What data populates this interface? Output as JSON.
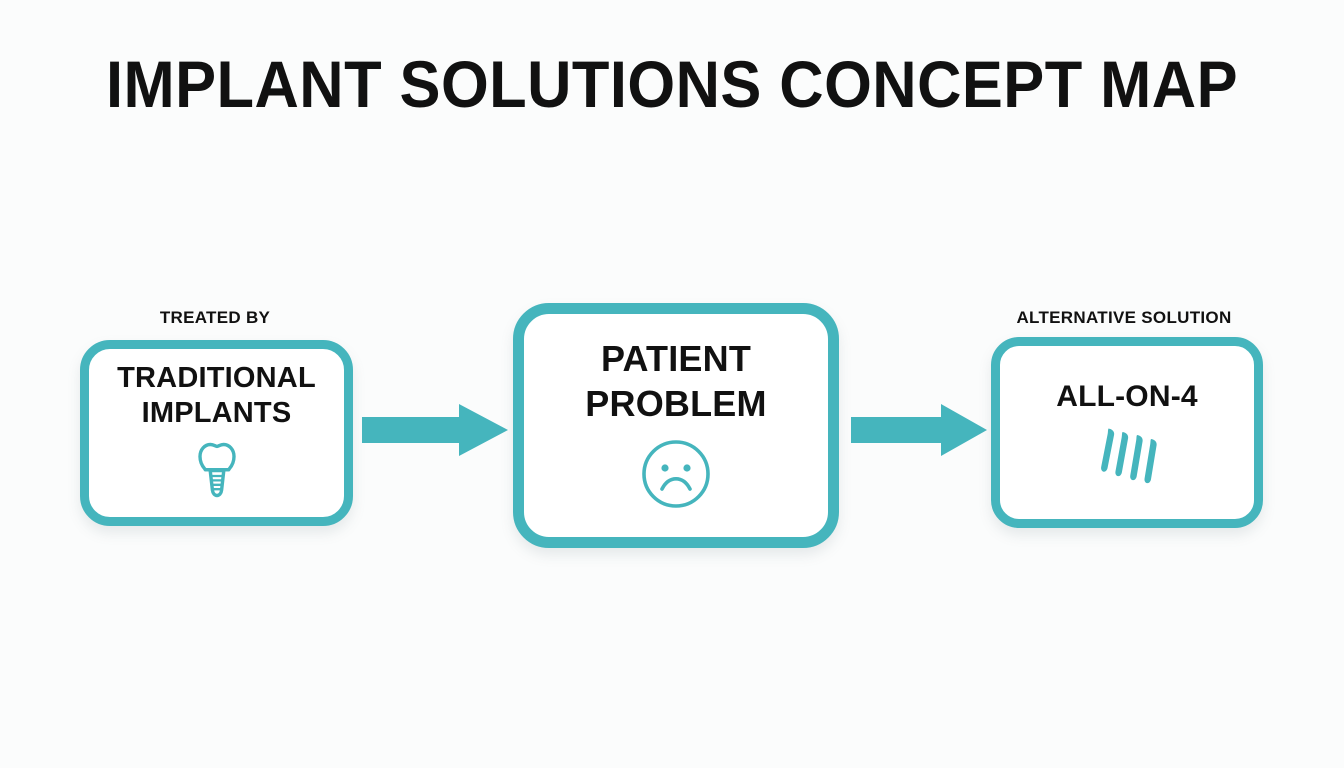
{
  "title": "IMPLANT SOLUTIONS CONCEPT MAP",
  "theme": {
    "accent": "#45b5bd",
    "background": "#fbfcfc",
    "node_fill": "#ffffff",
    "text": "#111111"
  },
  "nodes": [
    {
      "id": "traditional-implants",
      "label": "TRADITIONAL\nIMPLANTS",
      "line1": "TRADITIONAL",
      "line2": "IMPLANTS",
      "icon": "dental-implant-icon"
    },
    {
      "id": "patient-problem",
      "label": "PATIENT\nPROBLEM",
      "line1": "PATIENT",
      "line2": "PROBLEM",
      "icon": "sad-face-icon"
    },
    {
      "id": "all-on-4",
      "label": "ALL-ON-4",
      "line1": "ALL-ON-4",
      "line2": "",
      "icon": "four-implants-icon"
    }
  ],
  "edges": [
    {
      "id": "edge-traditional-to-problem",
      "label": "TREATED BY",
      "from": "traditional-implants",
      "to": "patient-problem",
      "marker": "arrow-right-icon"
    },
    {
      "id": "edge-problem-to-allon4",
      "label": "ALTERNATIVE SOLUTION",
      "from": "patient-problem",
      "to": "all-on-4",
      "marker": "arrow-right-icon"
    }
  ],
  "chart_data": {
    "type": "diagram",
    "diagram_kind": "concept-map",
    "title": "IMPLANT SOLUTIONS CONCEPT MAP",
    "orientation": "left-to-right",
    "node_ids": [
      "traditional-implants",
      "patient-problem",
      "all-on-4"
    ],
    "node_labels": [
      "TRADITIONAL IMPLANTS",
      "PATIENT PROBLEM",
      "ALL-ON-4"
    ],
    "edge_labels": [
      "TREATED BY",
      "ALTERNATIVE SOLUTION"
    ],
    "edges": [
      [
        "traditional-implants",
        "patient-problem",
        "TREATED BY"
      ],
      [
        "patient-problem",
        "all-on-4",
        "ALTERNATIVE SOLUTION"
      ]
    ]
  }
}
